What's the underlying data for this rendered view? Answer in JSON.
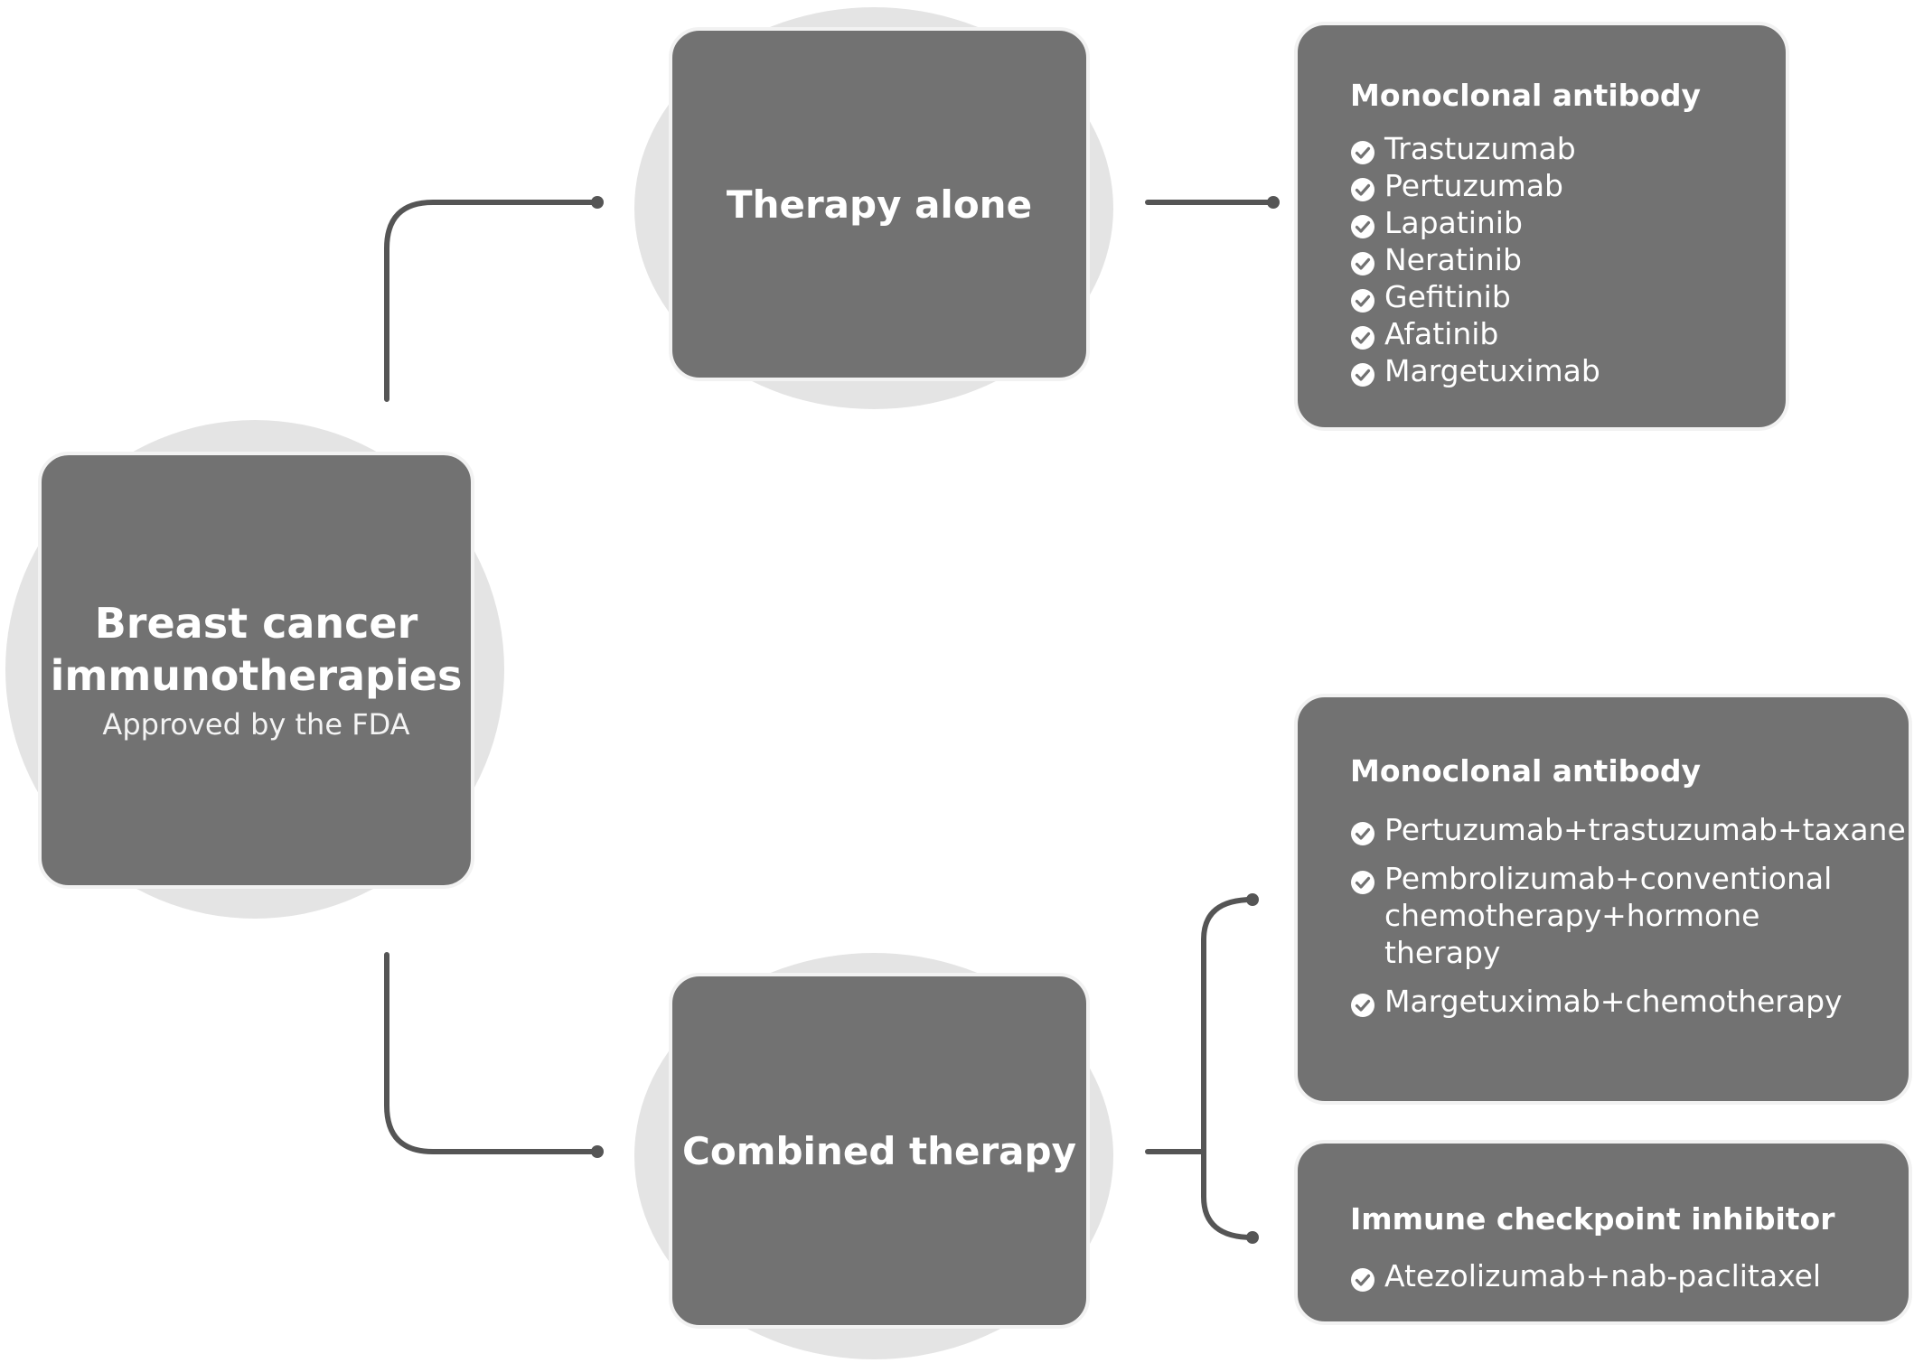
{
  "root": {
    "title_line1": "Breast cancer",
    "title_line2": "immunotherapies",
    "subtitle": "Approved by the FDA"
  },
  "branches": {
    "alone": {
      "label": "Therapy alone"
    },
    "combined": {
      "label": "Combined therapy"
    }
  },
  "panels": {
    "alone_mab": {
      "heading": "Monoclonal antibody",
      "items": [
        "Trastuzumab",
        "Pertuzumab",
        "Lapatinib",
        "Neratinib",
        "Gefitinib",
        "Afatinib",
        "Margetuximab"
      ]
    },
    "combined_mab": {
      "heading": "Monoclonal antibody",
      "items": [
        "Pertuzumab+trastuzumab+taxane",
        "Pembrolizumab+conventional chemotherapy+hormone therapy",
        "Margetuximab+chemotherapy"
      ]
    },
    "combined_ici": {
      "heading": "Immune checkpoint inhibitor",
      "items": [
        "Atezolizumab+nab-paclitaxel"
      ]
    }
  },
  "colors": {
    "box_fill": "#727272",
    "halo": "#e4e4e4",
    "connector": "#555555",
    "text": "#ffffff"
  },
  "icons": {
    "list_marker": "check-circle-icon"
  }
}
